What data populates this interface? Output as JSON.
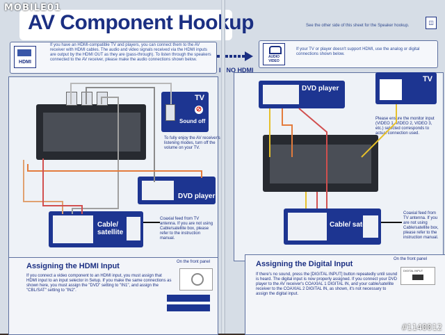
{
  "page": {
    "title": "AV Component Hookup",
    "top_note": "See the other side of this sheet for the Speaker hookup.",
    "if_no_hdmi": "IF NO HDMI",
    "watermark": "MOBILE01",
    "post_id": "#1140012"
  },
  "hdmi_intro": {
    "icon_label": "HDMI",
    "text": "If you have an HDMI-compatible TV and players, you can connect them to the AV receiver with HDMI cables. The audio and video signals received via the HDMI inputs are output by the HDMI OUT as they are (pass-through). To listen through the speakers connected to the AV receiver, please make the audio connections shown below."
  },
  "analog_intro": {
    "icon_label": "AUDIO VIDEO",
    "text": "If your TV or player doesn't support HDMI, use the analog or digital connections shown below."
  },
  "left_diagram": {
    "tv_label": "TV",
    "sound_off": "Sound off",
    "note": "To fully enjoy the AV receiver's listening modes, turn off the volume on your TV.",
    "dvd_label": "DVD player",
    "cable_label": "Cable/ satellite",
    "coax_note": "Coaxial feed from TV antenna. If you are not using Cable/satellite box, please refer to the instruction manual."
  },
  "right_diagram": {
    "dvd_label": "DVD player",
    "tv_label": "TV",
    "note": "Please ensure the monitor input (VIDEO 1, VIDEO 2, VIDEO 3, etc.) selected corresponds to actual connection used.",
    "cable_label": "Cable/ satellite",
    "coax_note": "Coaxial feed from TV antenna. If you are not using Cable/satellite box, please refer to the instruction manual."
  },
  "assign_hdmi": {
    "heading": "Assigning the HDMI Input",
    "text": "If you connect a video component to an HDMI input, you must assign that HDMI input to an input selector in Setup. If you make the same connections as shown here, you must assign the \"DVD\" setting to \"IN1\", and assign the \"CBL/SAT\" setting to \"IN2\".",
    "front_panel": "On the front panel"
  },
  "assign_digital": {
    "heading": "Assigning the Digital Input",
    "text": "If there's no sound, press the [DIGITAL INPUT] button repeatedly until sound is heard. The digital input is now properly assigned. If you connect your DVD player to the AV receiver's COAXIAL 1 DIGITAL IN, and your cable/satellite receiver to the COAXIAL 2 DIGITAL IN, as shown, it's not necessary to assign the digital input.",
    "front_panel": "On the front panel",
    "button_label": "DIGITAL INPUT"
  }
}
